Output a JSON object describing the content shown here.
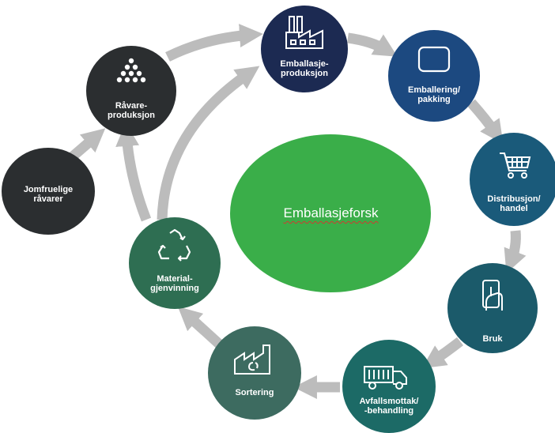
{
  "center": {
    "label": "Emballasjeforsk",
    "color": "#3aae49"
  },
  "arrow_color": "#bcbcbc",
  "nodes": {
    "jomfruelige": {
      "label": "Jomfruelige\nråvarer",
      "color": "#2b2e30",
      "icon": "none"
    },
    "ravare": {
      "label": "Råvare-\nproduksjon",
      "color": "#2b2e30",
      "icon": "dot-pyramid-icon"
    },
    "emballasje": {
      "label": "Emballasje-\nproduksjon",
      "color": "#1c2a52",
      "icon": "factory-icon"
    },
    "emballering": {
      "label": "Emballering/\npakking",
      "color": "#1c4980",
      "icon": "package-icon"
    },
    "distribusjon": {
      "label": "Distribusjon/\nhandel",
      "color": "#1a5a7a",
      "icon": "shopping-cart-icon"
    },
    "bruk": {
      "label": "Bruk",
      "color": "#1b5a6a",
      "icon": "hand-phone-icon"
    },
    "avfall": {
      "label": "Avfallsmottak/\n-behandling",
      "color": "#1c6a66",
      "icon": "garbage-truck-icon"
    },
    "sortering": {
      "label": "Sortering",
      "color": "#3d6b60",
      "icon": "recycling-factory-icon"
    },
    "material": {
      "label": "Material-\ngjenvinning",
      "color": "#2e6e52",
      "icon": "recycle-icon"
    }
  }
}
